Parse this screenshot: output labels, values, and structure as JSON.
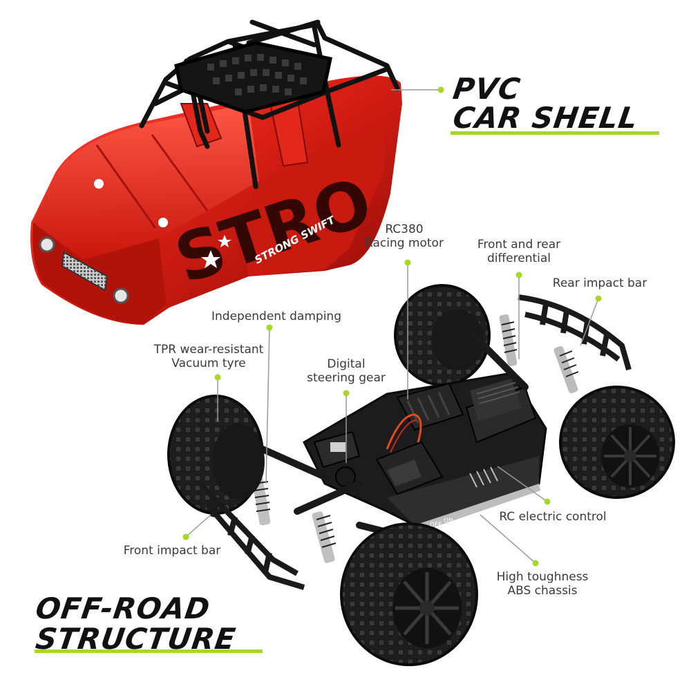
{
  "headlines": {
    "shell_line1": "PVC",
    "shell_line2": "CAR SHELL",
    "structure_line1": "OFF-ROAD",
    "structure_line2": "STRUCTURE"
  },
  "callouts": {
    "motor_line1": "RC380",
    "motor_line2": "Racing motor",
    "differential_line1": "Front and rear",
    "differential_line2": "differential",
    "rear_impact_bar": "Rear impact bar",
    "independent_damping": "Independent damping",
    "tyre_line1": "TPR wear-resistant",
    "tyre_line2": "Vacuum tyre",
    "steering_line1": "Digital",
    "steering_line2": "steering gear",
    "rc_electric_control": "RC electric control",
    "front_impact_bar": "Front impact bar",
    "chassis_line1": "High toughness",
    "chassis_line2": "ABS chassis"
  },
  "shell_decals": {
    "big_lettering": "STRO",
    "tagline": "STRONG SWIFT"
  },
  "switch_labels": {
    "off": "OFF",
    "on": "ON"
  },
  "colors": {
    "accent_green": "#a8d62a",
    "shell_red": "#d81e14",
    "chassis_black": "#1c1c1c",
    "label_gray": "#3a3a3a"
  },
  "icons": {
    "callout_dot": "green-dot-icon"
  }
}
